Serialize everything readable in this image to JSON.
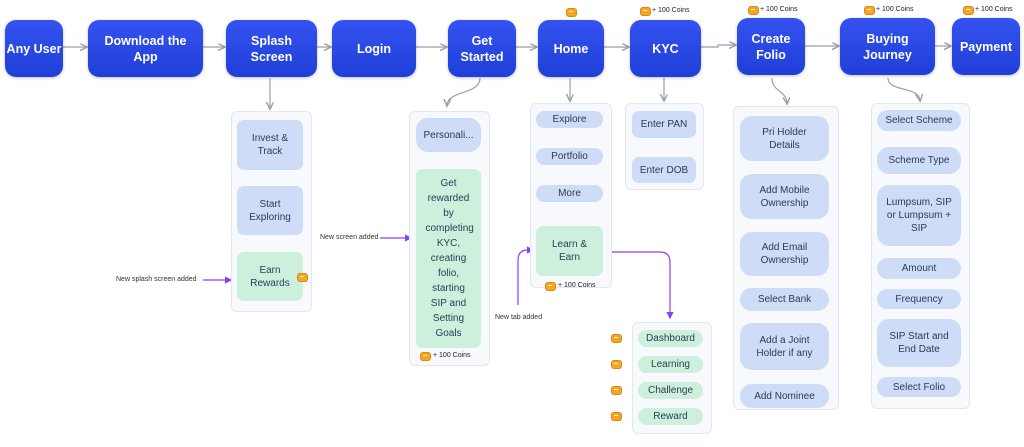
{
  "main_flow": {
    "any_user": "Any User",
    "download": "Download the App",
    "splash": "Splash Screen",
    "login": "Login",
    "get_started": "Get Started",
    "home": "Home",
    "kyc": "KYC",
    "create_folio": "Create Folio",
    "buying": "Buying Journey",
    "payment": "Payment"
  },
  "coins": {
    "kyc": "+ 100 Coins",
    "create_folio": "+ 100 Coins",
    "buying": "+ 100 Coins",
    "payment": "+ 100 Coins",
    "learn": "+ 100 Coins",
    "get_started": "+ 100 Coins"
  },
  "splash_steps": [
    "Invest & Track",
    "Start Exploring",
    "Earn Rewards"
  ],
  "get_started_steps": [
    "Personali...",
    "Get rewarded by completing KYC, creating folio, starting SIP and Setting Goals"
  ],
  "home_steps": [
    "Explore",
    "Portfolio",
    "More",
    "Learn & Earn"
  ],
  "kyc_steps": [
    "Enter PAN",
    "Enter DOB"
  ],
  "folio_steps": [
    "Pri Holder Details",
    "Add Mobile Ownership",
    "Add Email Ownership",
    "Select Bank",
    "Add a Joint Holder if any",
    "Add Nominee"
  ],
  "buying_steps": [
    "Select Scheme",
    "Scheme Type",
    "Lumpsum, SIP or Lumpsum + SIP",
    "Amount",
    "Frequency",
    "SIP Start and End Date",
    "Select Folio"
  ],
  "learn_tabs": [
    "Dashboard",
    "Learning",
    "Challenge",
    "Reward"
  ],
  "annotations": {
    "splash": "New splash screen added",
    "screen": "New screen added",
    "tab": "New tab added"
  },
  "colors": {
    "primary": "#2846e6",
    "step_blue": "#cfdcf7",
    "step_green": "#cdf0dc",
    "annotation": "#8a3ffc",
    "coin": "#f5a623"
  }
}
